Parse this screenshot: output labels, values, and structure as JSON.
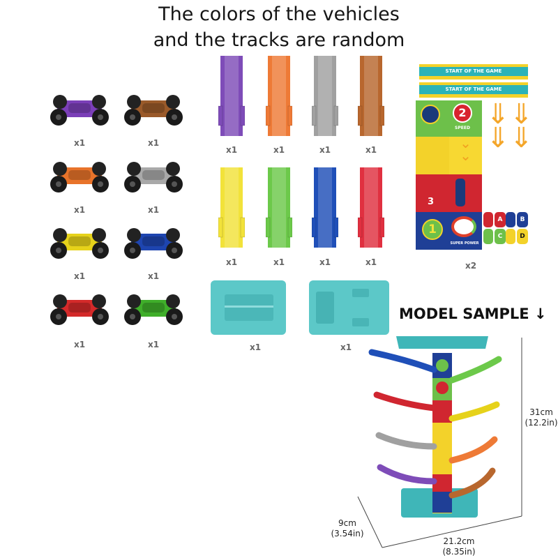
{
  "header": {
    "line1": "The colors of the vehicles",
    "line2": "and the tracks are random"
  },
  "cars": [
    {
      "color": "#7b3fb8",
      "qty": "x1"
    },
    {
      "color": "#9a5a2a",
      "qty": "x1"
    },
    {
      "color": "#e8732a",
      "qty": "x1"
    },
    {
      "color": "#a9a9a9",
      "qty": "x1"
    },
    {
      "color": "#e6d21a",
      "qty": "x1"
    },
    {
      "color": "#1e45b0",
      "qty": "x1"
    },
    {
      "color": "#d42a2a",
      "qty": "x1"
    },
    {
      "color": "#3fae2a",
      "qty": "x1"
    }
  ],
  "tracks": [
    {
      "color": "#7e4cb8",
      "qty": "x1"
    },
    {
      "color": "#ee7a36",
      "qty": "x1"
    },
    {
      "color": "#a0a0a0",
      "qty": "x1"
    },
    {
      "color": "#b8672e",
      "qty": "x1"
    },
    {
      "color": "#f2e23a",
      "qty": "x1"
    },
    {
      "color": "#6cc94a",
      "qty": "x1"
    },
    {
      "color": "#1f4fb8",
      "qty": "x1"
    },
    {
      "color": "#e03040",
      "qty": "x1"
    }
  ],
  "bases": [
    {
      "color": "#5cc8c8",
      "qty": "x1"
    },
    {
      "color": "#5cc8c8",
      "qty": "x1"
    }
  ],
  "stickers": {
    "banner": "START OF THE GAME",
    "speed": "SPEED",
    "num1": "1",
    "num2": "2",
    "num3": "3",
    "super_power": "SUPER POWER",
    "letters": [
      "A",
      "B",
      "C",
      "D"
    ],
    "qty": "x2"
  },
  "model": {
    "label": "MODEL SAMPLE",
    "arrow": "↓",
    "height_cm": "31cm",
    "height_in": "(12.2in)",
    "depth_cm": "9cm",
    "depth_in": "(3.54in)",
    "width_cm": "21.2cm",
    "width_in": "(8.35in)"
  }
}
